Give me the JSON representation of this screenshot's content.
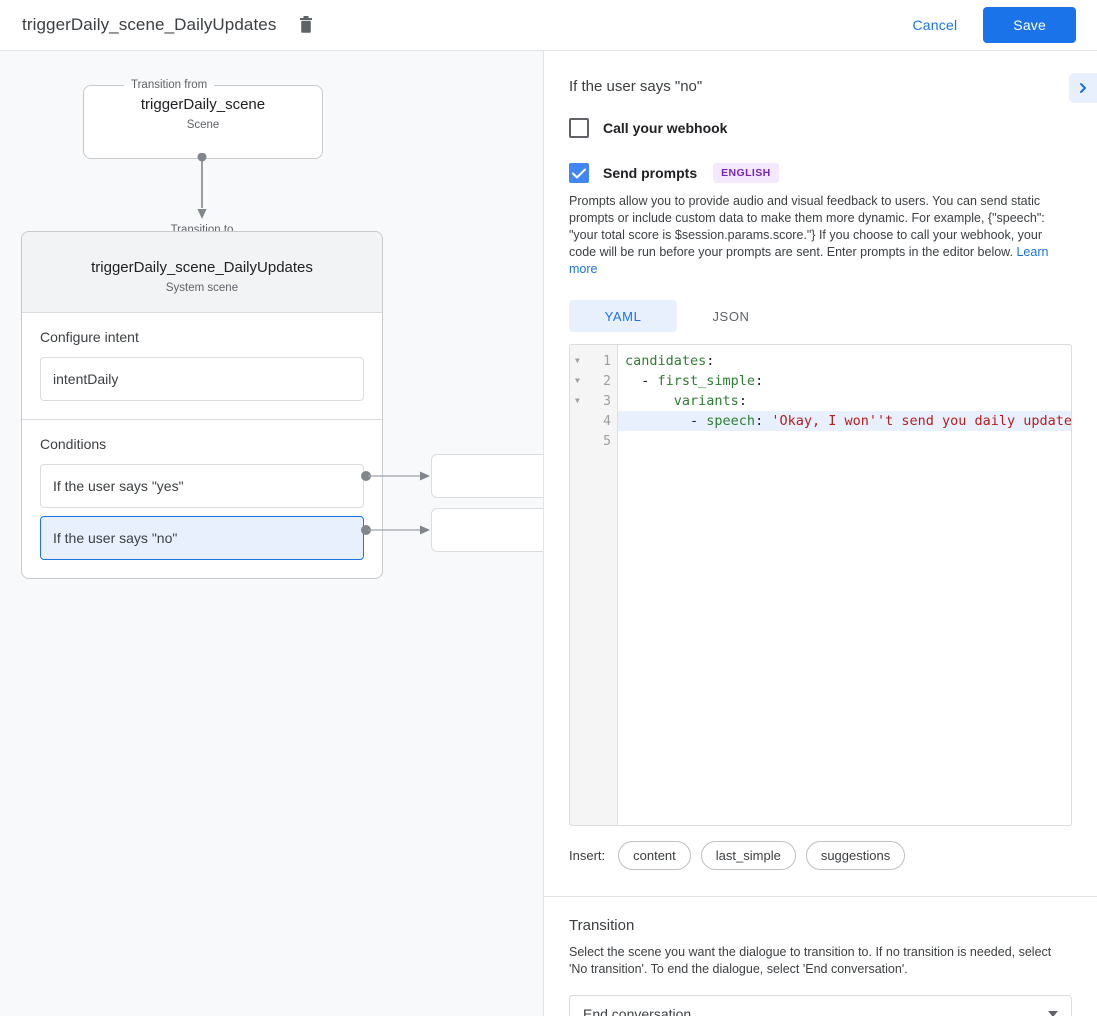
{
  "topbar": {
    "title": "triggerDaily_scene_DailyUpdates",
    "delete_icon": "trash-icon",
    "cancel_label": "Cancel",
    "save_label": "Save",
    "accent_color": "#1a73e8"
  },
  "canvas": {
    "from": {
      "legend": "Transition from",
      "name": "triggerDaily_scene",
      "type": "Scene"
    },
    "to": {
      "legend": "Transition to",
      "name": "triggerDaily_scene_DailyUpdates",
      "type": "System scene"
    },
    "intent": {
      "label": "Configure intent",
      "value": "intentDaily"
    },
    "conditions": {
      "label": "Conditions",
      "items": [
        {
          "text": "If the user says \"yes\"",
          "selected": false
        },
        {
          "text": "If the user says \"no\"",
          "selected": true
        }
      ]
    },
    "selected_color": "#e8f0fe",
    "selected_border": "#1a73e8"
  },
  "panel": {
    "title": "If the user says \"no\"",
    "collapse_icon": "chevron-right-icon",
    "webhook": {
      "label": "Call your webhook",
      "checked": false
    },
    "prompts": {
      "label": "Send prompts",
      "checked": true,
      "badge": "ENGLISH",
      "badge_color": "#7627bb",
      "badge_bg": "#f3e8fd",
      "description": "Prompts allow you to provide audio and visual feedback to users. You can send static prompts or include custom data to make them more dynamic. For example, {\"speech\": \"your total score is $session.params.score.\"} If you choose to call your webhook, your code will be run before your prompts are sent. Enter prompts in the editor below. ",
      "learn_more": "Learn more"
    },
    "format_tabs": [
      {
        "label": "YAML",
        "active": true
      },
      {
        "label": "JSON",
        "active": false
      }
    ],
    "editor": {
      "lines": [
        {
          "num": "1",
          "fold": true,
          "highlight": false,
          "tokens": [
            {
              "t": "candidates",
              "c": "k"
            },
            {
              "t": ":",
              "c": "p"
            }
          ]
        },
        {
          "num": "2",
          "fold": true,
          "highlight": false,
          "tokens": [
            {
              "t": "  - ",
              "c": "p"
            },
            {
              "t": "first_simple",
              "c": "k"
            },
            {
              "t": ":",
              "c": "p"
            }
          ]
        },
        {
          "num": "3",
          "fold": true,
          "highlight": false,
          "tokens": [
            {
              "t": "      ",
              "c": "p"
            },
            {
              "t": "variants",
              "c": "k"
            },
            {
              "t": ":",
              "c": "p"
            }
          ]
        },
        {
          "num": "4",
          "fold": false,
          "highlight": true,
          "tokens": [
            {
              "t": "        - ",
              "c": "p"
            },
            {
              "t": "speech",
              "c": "k"
            },
            {
              "t": ": ",
              "c": "p"
            },
            {
              "t": "'Okay, I won''t send you daily update",
              "c": "s"
            }
          ]
        },
        {
          "num": "5",
          "fold": false,
          "highlight": false,
          "tokens": []
        }
      ]
    },
    "insert": {
      "label": "Insert:",
      "chips": [
        "content",
        "last_simple",
        "suggestions"
      ]
    },
    "transition": {
      "title": "Transition",
      "description": "Select the scene you want the dialogue to transition to. If no transition is needed, select 'No transition'. To end the dialogue, select 'End conversation'.",
      "selected": "End conversation"
    }
  }
}
